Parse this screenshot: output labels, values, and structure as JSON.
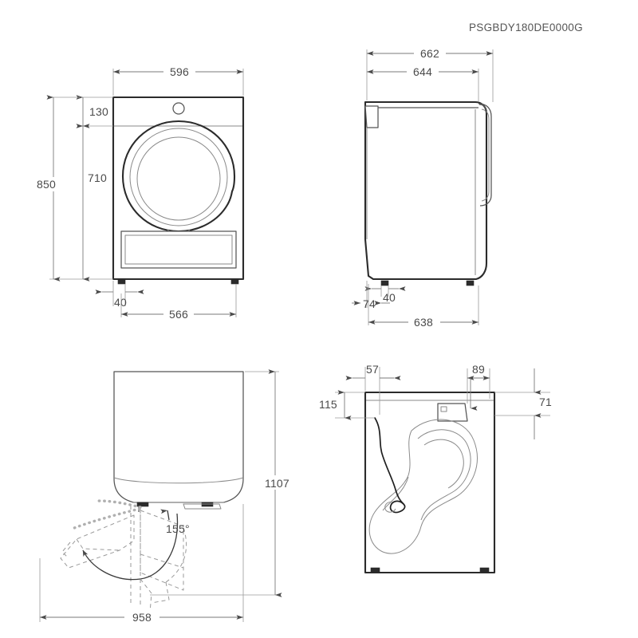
{
  "document": {
    "product_code": "PSGBDY180DE0000G",
    "drawing_type": "appliance-dimension-drawing",
    "background_color": "#ffffff",
    "line_color": "#2b2b2b",
    "dimension_text_color": "#4a4a4a"
  },
  "views": {
    "front": {
      "name": "front-view",
      "dimensions": {
        "width_top": "596",
        "height_total": "850",
        "height_to_door_top": "710",
        "control_panel_height": "130",
        "foot_inset": "40",
        "foot_span": "566"
      }
    },
    "side": {
      "name": "side-view",
      "dimensions": {
        "depth_with_door": "662",
        "depth_body": "644",
        "depth_base": "638",
        "foot_width": "40",
        "rear_offset": "74"
      }
    },
    "top_door_swing": {
      "name": "top-view-door-swing",
      "dimensions": {
        "depth_with_open_door": "1107",
        "width_with_open_door": "958",
        "door_opening_angle": "155°"
      }
    },
    "rear": {
      "name": "rear-view",
      "dimensions": {
        "cable_inset_left": "57",
        "cable_inset_top": "115",
        "vent_width": "89",
        "vent_height": "71"
      }
    }
  },
  "labels": {
    "d596": "596",
    "d130": "130",
    "d710": "710",
    "d850": "850",
    "d40_front": "40",
    "d566": "566",
    "d662": "662",
    "d644": "644",
    "d40_side": "40",
    "d74": "74",
    "d638": "638",
    "d1107": "1107",
    "d958": "958",
    "angle155": "155°",
    "d57": "57",
    "d115": "115",
    "d89": "89",
    "d71": "71"
  }
}
